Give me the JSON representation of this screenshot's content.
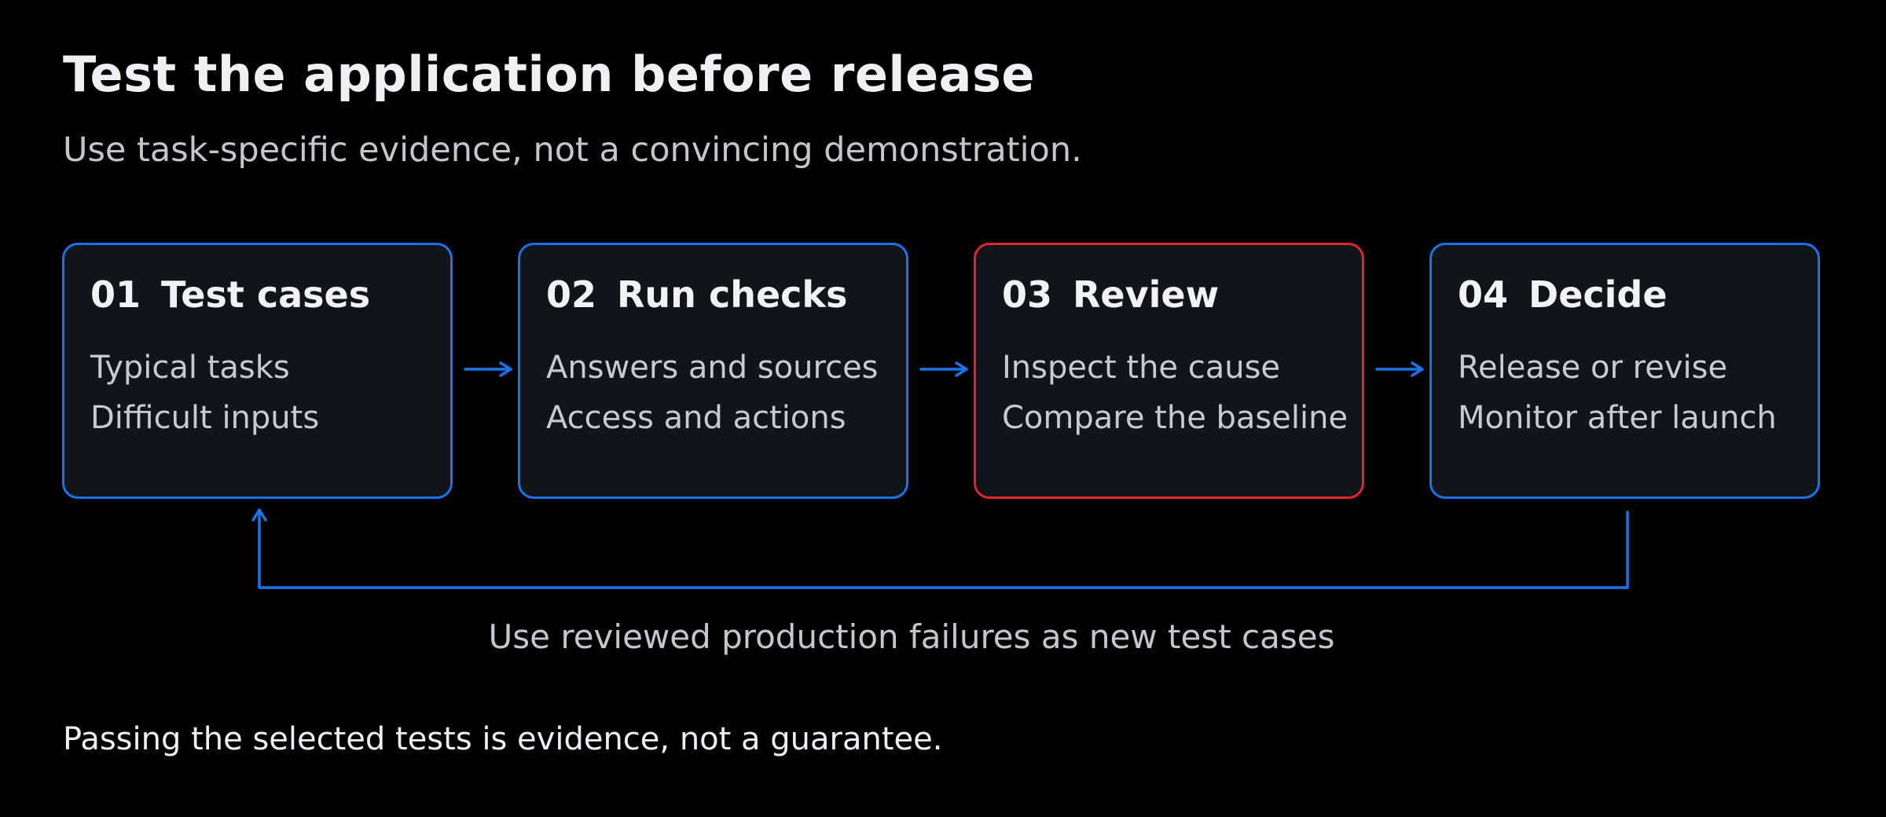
{
  "title": "Test the application before release",
  "subtitle": "Use task-specific evidence, not a convincing demonstration.",
  "steps": [
    {
      "number": "01",
      "label": "Test cases",
      "lines": [
        "Typical tasks",
        "Difficult inputs"
      ],
      "accent": "#1a74e8"
    },
    {
      "number": "02",
      "label": "Run checks",
      "lines": [
        "Answers and sources",
        "Access and actions"
      ],
      "accent": "#1a74e8"
    },
    {
      "number": "03",
      "label": "Review",
      "lines": [
        "Inspect the cause",
        "Compare the baseline"
      ],
      "accent": "#e0262b"
    },
    {
      "number": "04",
      "label": "Decide",
      "lines": [
        "Release or revise",
        "Monitor after launch"
      ],
      "accent": "#1a74e8"
    }
  ],
  "feedback_loop": {
    "label": "Use reviewed production failures as new test cases"
  },
  "footnote": "Passing the selected tests is evidence, not a guarantee.",
  "colors": {
    "background": "#000000",
    "box_fill": "#111419",
    "accent_blue": "#1a74e8",
    "accent_red": "#e0262b"
  }
}
